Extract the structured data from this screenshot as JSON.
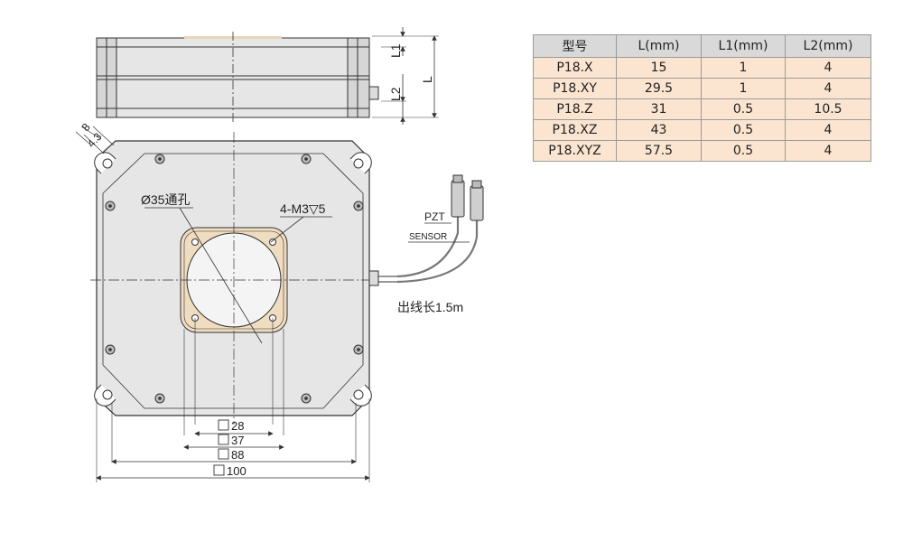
{
  "side_view": {
    "label_L": "L",
    "label_L1": "L1",
    "label_L2": "L2"
  },
  "front_view": {
    "slot_dim_a": "8",
    "slot_dim_b": "4.3",
    "hole_note": "Ø35通孔",
    "mount_note": "4-M3▽5",
    "cable_pzt": "PZT",
    "cable_sensor": "SENSOR",
    "cable_note": "出线长1.5m",
    "dim_28": "28",
    "dim_37": "37",
    "dim_88": "88",
    "dim_100": "100"
  },
  "table": {
    "headers": [
      "型号",
      "L(mm)",
      "L1(mm)",
      "L2(mm)"
    ],
    "rows": [
      [
        "P18.X",
        "15",
        "1",
        "4"
      ],
      [
        "P18.XY",
        "29.5",
        "1",
        "4"
      ],
      [
        "P18.Z",
        "31",
        "0.5",
        "10.5"
      ],
      [
        "P18.XZ",
        "43",
        "0.5",
        "4"
      ],
      [
        "P18.XYZ",
        "57.5",
        "0.5",
        "4"
      ]
    ]
  },
  "colors": {
    "body_fill": "#e6e6e6",
    "line": "#333333",
    "aperture_ring": "#f0dcc0",
    "aperture": "#f2f2f2",
    "table_header": "#d9d9d9",
    "table_row": "#fbe5d0"
  }
}
